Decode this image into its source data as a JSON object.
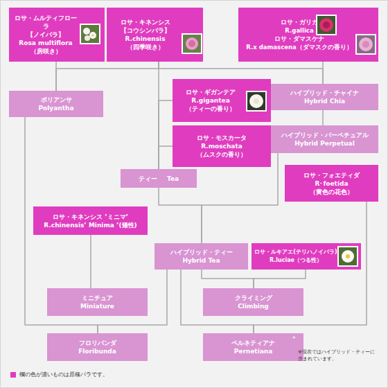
{
  "diagram": {
    "nodes": [
      {
        "text": [
          "ロサ・ムルティフローラ",
          "【ノイバラ】",
          "Rosa multiflora",
          "（房咲き）"
        ]
      },
      {
        "text": [
          "ロサ・キネンシス",
          "【コウシンバラ】",
          "R.chinensis",
          "（四季咲き）"
        ]
      },
      {
        "text": [
          "ロサ・ガリカ",
          "R.gallica",
          "ロサ・ダマスケナ",
          "R.x damascena（ダマスクの香り）"
        ]
      },
      {
        "text": [
          "ポリアンサ",
          "Polyantha"
        ]
      },
      {
        "text": [
          "ロサ・ギガンテア",
          "R.gigantea",
          "（ティーの香り）"
        ]
      },
      {
        "text": [
          "ハイブリッド・チャイナ",
          "Hybrid Chia"
        ]
      },
      {
        "text": [
          "ロサ・モスカータ",
          "R.moschata",
          "（ムスクの香り）"
        ]
      },
      {
        "text": [
          "ハイブリッド・パーペチュアル",
          "Hybrid Perpetual"
        ]
      },
      {
        "text": [
          "ティー",
          "Tea"
        ]
      },
      {
        "text": [
          "ロサ・フォエティダ",
          "R･foetida",
          "（黄色の花色）"
        ]
      },
      {
        "text": [
          "ロサ・キネンシス ’ミニマ’",
          "R.chinensis’ Minima ’(矮性)"
        ]
      },
      {
        "text": [
          "ハイブリッド・ティー",
          "Hybrid Tea"
        ]
      },
      {
        "text": [
          "ロサ・ルキアエ(テリハノイバラ)",
          "R.luciae（つる性）"
        ]
      },
      {
        "text": [
          "ミニチュア",
          "Miniature"
        ]
      },
      {
        "text": [
          "クライミング",
          "Climbing"
        ]
      },
      {
        "text": [
          "フロリバンダ",
          "Floribunda"
        ]
      },
      {
        "text": [
          "ペルネティアナ",
          "Pernetiana"
        ]
      }
    ],
    "edges": [
      {
        "from": 0,
        "to": 3,
        "arrow": "none"
      },
      {
        "from": 1,
        "to": 3,
        "arrow": "none"
      },
      {
        "from": 1,
        "to": 5,
        "arrow": "none"
      },
      {
        "from": 2,
        "to": 5,
        "arrow": "none"
      },
      {
        "from": 5,
        "to": 7,
        "arrow": "none"
      },
      {
        "from": 1,
        "to": 8,
        "arrow": "none"
      },
      {
        "from": 4,
        "to": 8,
        "arrow": "none"
      },
      {
        "from": 6,
        "to": 8,
        "arrow": "none"
      },
      {
        "from": 8,
        "to": 11,
        "arrow": "none"
      },
      {
        "from": 7,
        "to": 11,
        "arrow": "none"
      },
      {
        "from": 9,
        "to": 16,
        "arrow": "none"
      },
      {
        "from": 11,
        "to": 16,
        "arrow": "none"
      },
      {
        "from": 11,
        "to": 14,
        "arrow": "none"
      },
      {
        "from": 12,
        "to": 14,
        "arrow": "none"
      },
      {
        "from": 3,
        "to": 15,
        "arrow": "none"
      },
      {
        "from": 11,
        "to": 15,
        "arrow": "none"
      },
      {
        "from": 10,
        "to": 13,
        "arrow": "none"
      }
    ],
    "labels": [
      "*",
      "※現在ではハイブリッド・ティーに含まれています。"
    ],
    "legend": [
      {
        "text": "欄の色が濃いものは原種バラです。",
        "color": "#e03cbf"
      }
    ]
  }
}
